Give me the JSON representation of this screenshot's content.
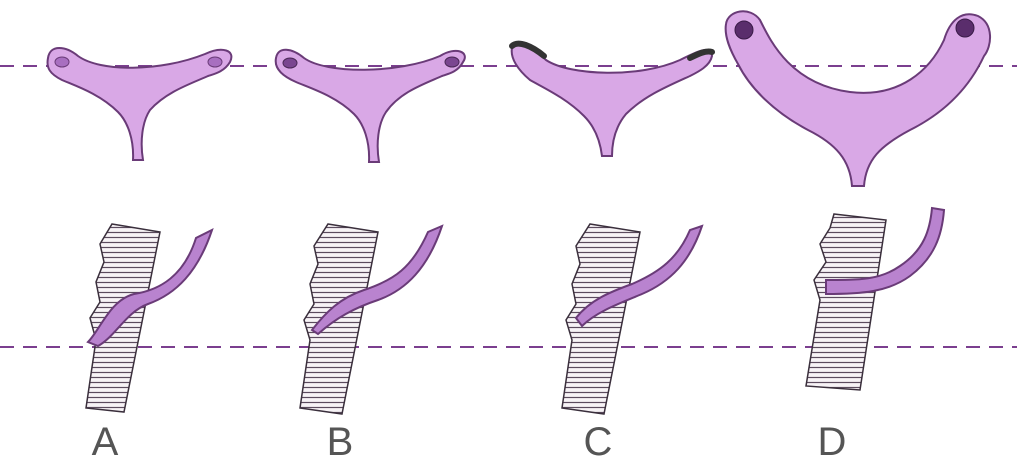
{
  "panels": [
    {
      "label": "A"
    },
    {
      "label": "B"
    },
    {
      "label": "C"
    },
    {
      "label": "D"
    }
  ],
  "colors": {
    "tissue_fill": "#d9a8e6",
    "tissue_dark": "#9a62b2",
    "outline": "#6a3b78",
    "hatch": "#5b4b5e",
    "dashed_line": "#7b3f8f",
    "label_text": "#555555"
  }
}
